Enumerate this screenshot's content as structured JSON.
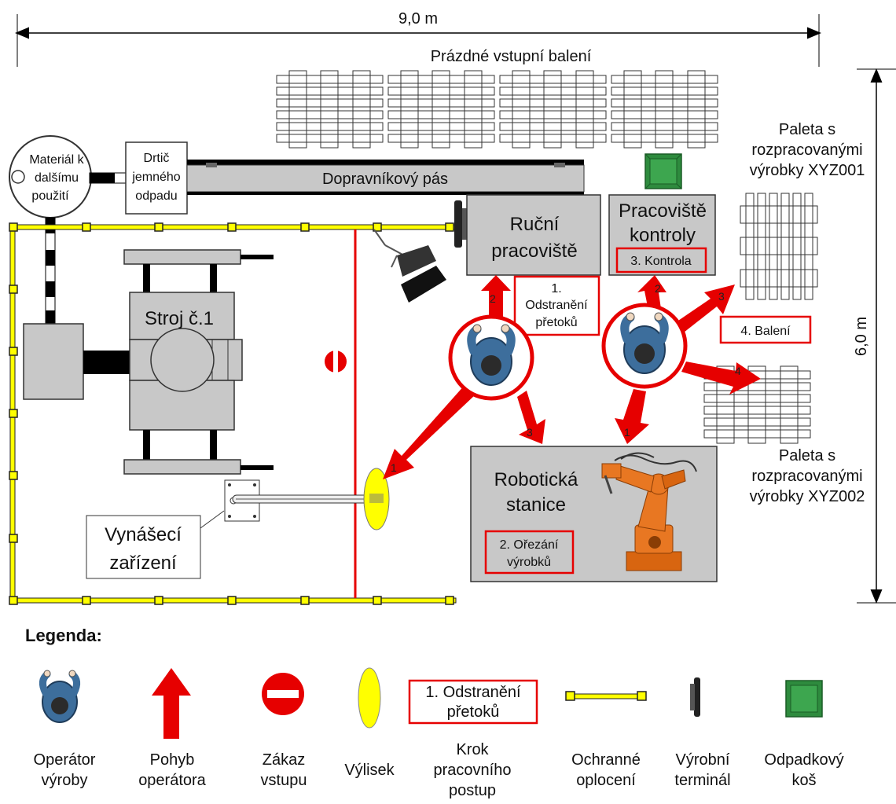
{
  "dimensions": {
    "width_label": "9,0 m",
    "height_label": "6,0 m"
  },
  "top_pallets_label": "Prázdné vstupní balení",
  "material_label": [
    "Materiál k",
    "dalšímu",
    "použití"
  ],
  "shredder_label": [
    "Drtič",
    "jemného",
    "odpadu"
  ],
  "conveyor_label": "Dopravníkový pás",
  "manual_station_label": [
    "Ruční",
    "pracoviště"
  ],
  "inspection_station_label": [
    "Pracoviště",
    "kontroly"
  ],
  "inspection_step": "3. Kontrola",
  "step1_label": [
    "1.",
    "Odstranění",
    "přetoků"
  ],
  "packing_step": "4. Balení",
  "machine_label": "Stroj č.1",
  "robot_station_label": [
    "Robotická",
    "stanice"
  ],
  "robot_step": [
    "2. Ořezání",
    "výrobků"
  ],
  "pallet_1_label": [
    "Paleta s",
    "rozpracovanými",
    "výrobky XYZ001"
  ],
  "pallet_2_label": [
    "Paleta s",
    "rozpracovanými",
    "výrobky XYZ002"
  ],
  "unloader_label": [
    "Vynášecí",
    "zařízení"
  ],
  "arrow_numbers": {
    "op1_to_manual": "2",
    "op1_to_robot": "3",
    "op1_to_part": "1",
    "op2_to_inspection": "2",
    "op2_to_pallet1": "3",
    "op2_to_pallet2": "4",
    "op2_to_robot": "1"
  },
  "legend": {
    "title": "Legenda:",
    "items": [
      {
        "icon": "operator-icon",
        "label": [
          "Operátor",
          "výroby"
        ]
      },
      {
        "icon": "arrow-up-icon",
        "label": [
          "Pohyb",
          "operátora"
        ]
      },
      {
        "icon": "no-entry-icon",
        "label": [
          "Zákaz",
          "vstupu"
        ]
      },
      {
        "icon": "ellipse-icon",
        "label": [
          "Výlisek"
        ]
      },
      {
        "icon": "step-box-icon",
        "box_text": [
          "1. Odstranění",
          "přetoků"
        ],
        "label": [
          "Krok",
          "pracovního",
          "postup"
        ]
      },
      {
        "icon": "fence-icon",
        "label": [
          "Ochranné",
          "oplocení"
        ]
      },
      {
        "icon": "terminal-icon",
        "label": [
          "Výrobní",
          "terminál"
        ]
      },
      {
        "icon": "trash-bin-icon",
        "label": [
          "Odpadkový",
          "koš"
        ]
      }
    ]
  },
  "colors": {
    "red": "#e60000",
    "gray_box": "#c8c8c8",
    "fence": "#ffff00",
    "operator_blue": "#3d6e9c",
    "bin_green": "#2e8b3e",
    "robot_orange": "#e87722"
  }
}
